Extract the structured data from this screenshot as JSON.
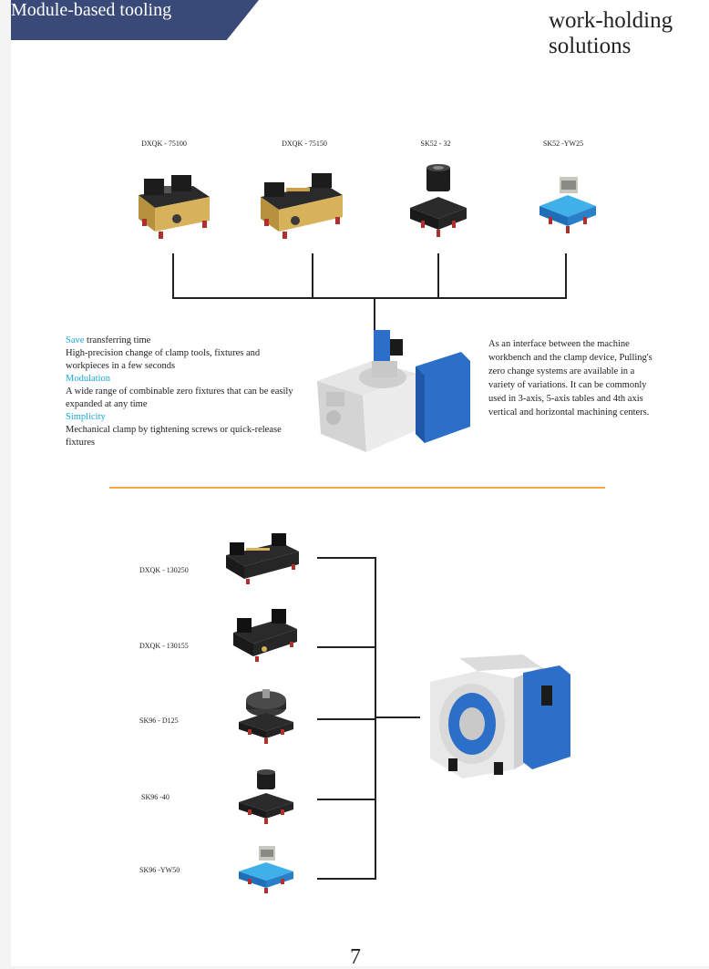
{
  "header": {
    "banner_title": "Module-based tooling",
    "page_heading": "work-holding solutions"
  },
  "colors": {
    "banner": "#3a4a78",
    "accent_blue": "#1aa6d9",
    "divider_orange": "#f3a844",
    "gold_body": "#d8b25a",
    "rotary_blue": "#2c6fc8"
  },
  "top_products": [
    {
      "label": "DXQK - 75100",
      "icon": "gold-vise-icon"
    },
    {
      "label": "DXQK - 75150",
      "icon": "gold-vise-long-icon"
    },
    {
      "label": "SK52 - 32",
      "icon": "black-chuck-icon"
    },
    {
      "label": "SK52 -YW25",
      "icon": "blue-mini-vise-icon"
    }
  ],
  "features": [
    {
      "highlight": "Save",
      "heading_rest": " transferring time",
      "body": "High-precision change of clamp tools, fixtures and workpieces in a few seconds"
    },
    {
      "highlight": "Modulation",
      "heading_rest": "",
      "body": "A wide range of combinable zero fixtures that can be easily expanded at any time"
    },
    {
      "highlight": "Simplicity",
      "heading_rest": "",
      "body": "Mechanical clamp by tightening screws or quick-release fixtures"
    }
  ],
  "description": "As an interface between the machine workbench and the clamp device, Pulling's zero change systems are available in a variety of variations. It can be commonly used in 3-axis, 5-axis tables and 4th axis vertical and horizontal machining centers.",
  "bottom_products": [
    {
      "label": "DXQK - 130250",
      "icon": "black-vise-long-icon"
    },
    {
      "label": "DXQK - 130155",
      "icon": "black-vise-icon"
    },
    {
      "label": "SK96 - D125",
      "icon": "three-jaw-chuck-icon"
    },
    {
      "label": "SK96 -40",
      "icon": "black-chuck-icon"
    },
    {
      "label": "SK96 -YW50",
      "icon": "blue-mini-vise-icon"
    }
  ],
  "footer": {
    "page_number": "7"
  }
}
